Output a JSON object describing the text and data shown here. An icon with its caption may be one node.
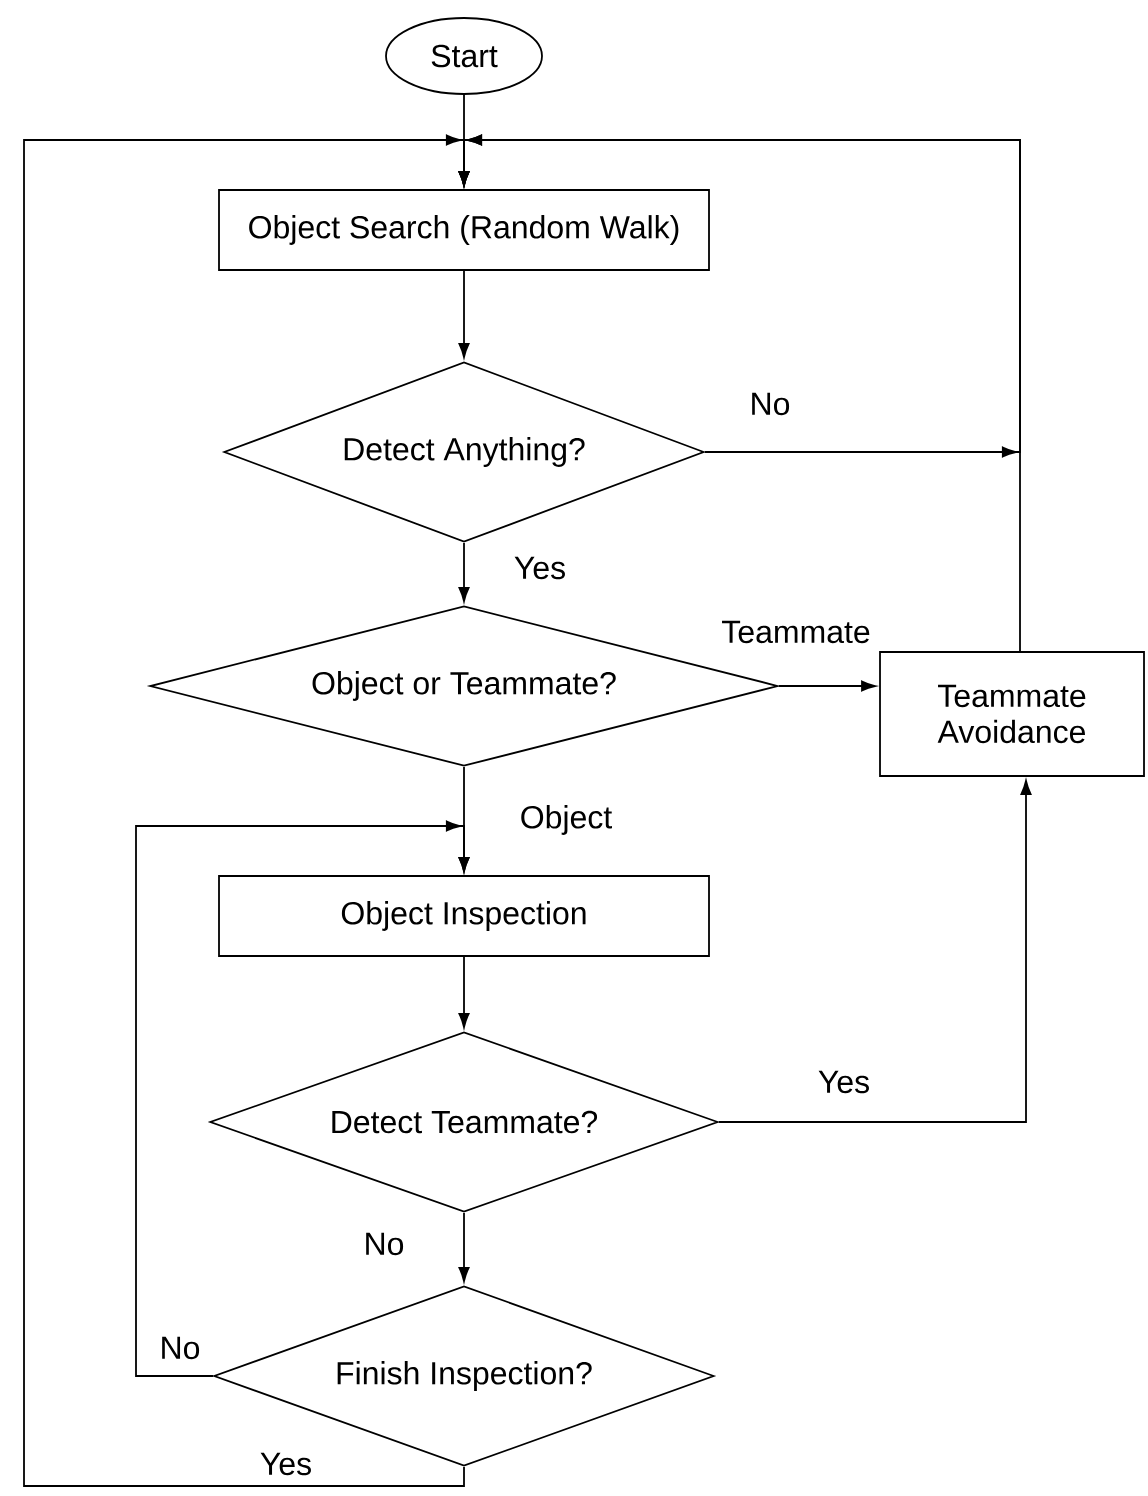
{
  "diagram": {
    "nodes": [
      {
        "text": [
          "Start"
        ]
      },
      {
        "text": [
          "Object Search (Random Walk)"
        ]
      },
      {
        "text": [
          "Detect Anything?"
        ]
      },
      {
        "text": [
          "Object or Teammate?"
        ]
      },
      {
        "text": [
          "Object Inspection"
        ]
      },
      {
        "text": [
          "Detect Teammate?"
        ]
      },
      {
        "text": [
          "Finish Inspection?"
        ]
      },
      {
        "text": [
          "Teammate Avoidance"
        ]
      }
    ],
    "edges": [
      {
        "from": 0,
        "to": 1,
        "arrow": "to"
      },
      {
        "from": 1,
        "to": 2,
        "arrow": "to"
      },
      {
        "from": 2,
        "to": 1,
        "arrow": "to",
        "label": "No"
      },
      {
        "from": 2,
        "to": 3,
        "arrow": "to",
        "label": "Yes"
      },
      {
        "from": 3,
        "to": 7,
        "arrow": "to",
        "label": "Teammate"
      },
      {
        "from": 3,
        "to": 4,
        "arrow": "to",
        "label": "Object"
      },
      {
        "from": 4,
        "to": 5,
        "arrow": "to"
      },
      {
        "from": 5,
        "to": 7,
        "arrow": "to",
        "label": "Yes"
      },
      {
        "from": 5,
        "to": 6,
        "arrow": "to",
        "label": "No"
      },
      {
        "from": 6,
        "to": 4,
        "arrow": "to",
        "label": "No"
      },
      {
        "from": 6,
        "to": 1,
        "arrow": "to",
        "label": "Yes"
      },
      {
        "from": 7,
        "to": 1,
        "arrow": "to"
      }
    ]
  }
}
